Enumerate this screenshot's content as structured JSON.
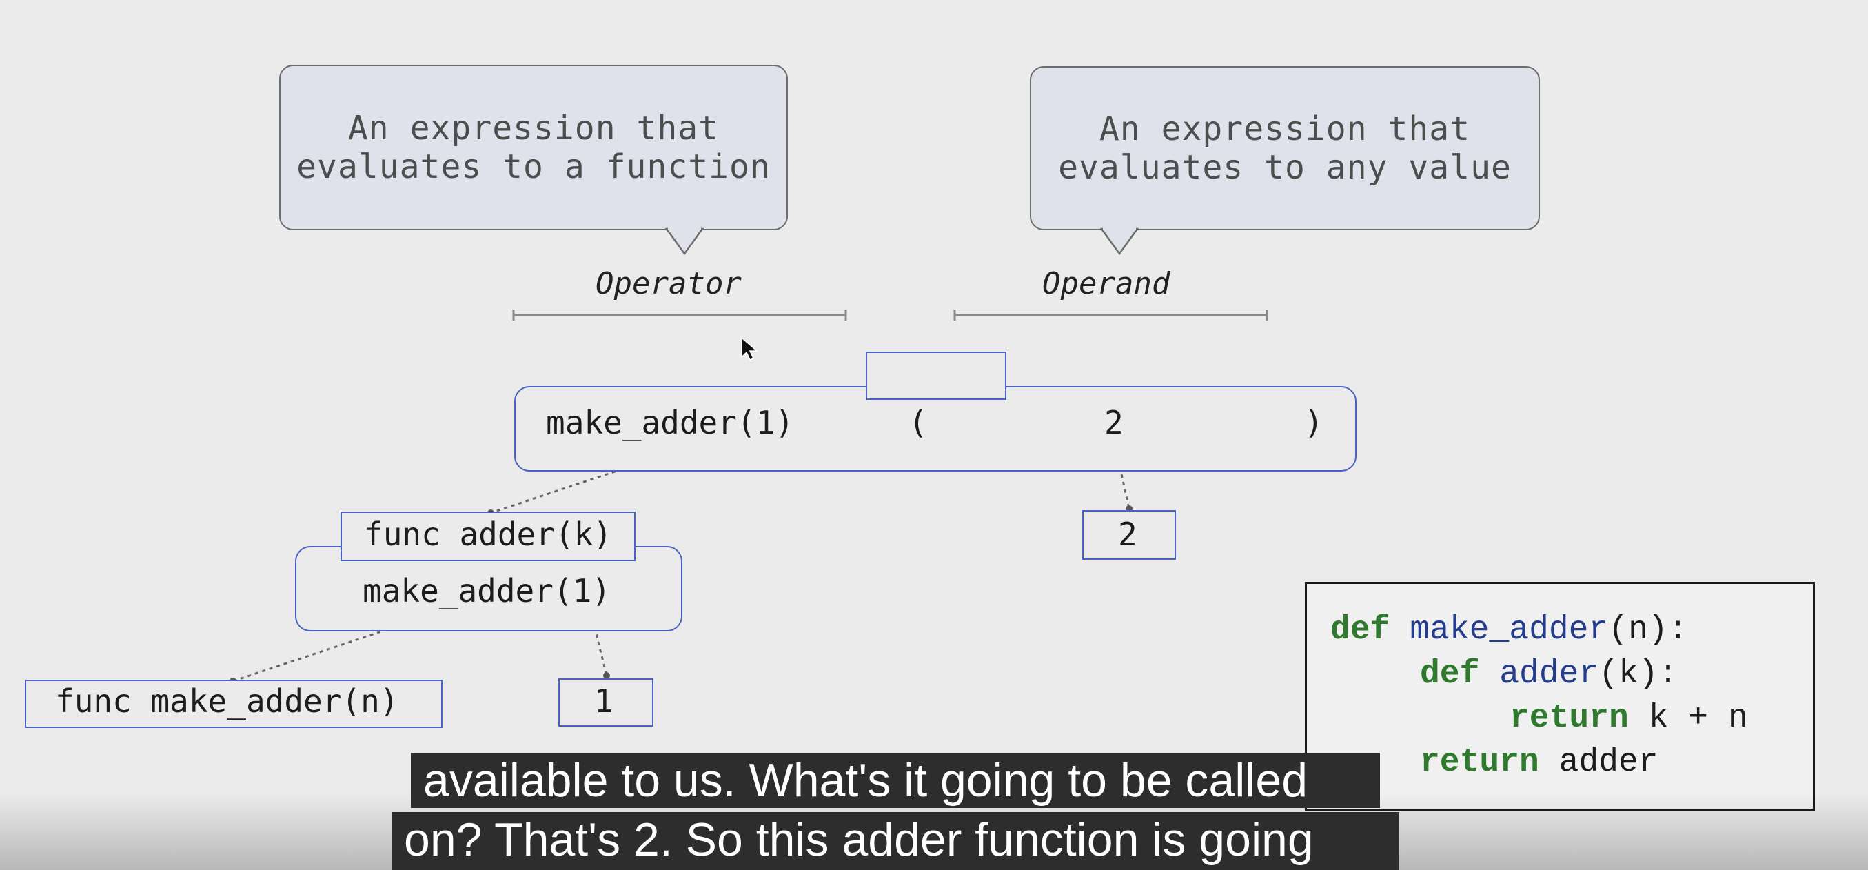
{
  "callouts": {
    "operator": {
      "line1": "An expression that",
      "line2": "evaluates to a function"
    },
    "operand": {
      "line1": "An expression that",
      "line2": "evaluates to any value"
    }
  },
  "labels": {
    "operator": "Operator",
    "operand": "Operand"
  },
  "call_expression": {
    "operator_text": "make_adder(1)",
    "open_paren": "(",
    "operand_text": "2",
    "close_paren": ")"
  },
  "values": {
    "adder_func": "func adder(k)",
    "operand_value": "2",
    "inner_call": "make_adder(1)",
    "make_adder_func": "func make_adder(n)",
    "inner_operand_value": "1"
  },
  "code": {
    "line1": {
      "kw": "def",
      "name": "make_adder",
      "rest": "(n):"
    },
    "line2": {
      "kw": "def",
      "name": "adder",
      "rest": "(k):"
    },
    "line3": {
      "kw": "return",
      "rest": " k + n"
    },
    "line4": {
      "kw": "return",
      "rest": " adder"
    }
  },
  "caption": {
    "line1": "available to us. What's it going to be called",
    "line2": "on? That's 2. So this adder function is going"
  },
  "colors": {
    "box_border": "#4a63c0",
    "keyword": "#2f7a2f",
    "function_name": "#243c8c",
    "callout_fill": "#dfe2ea"
  }
}
